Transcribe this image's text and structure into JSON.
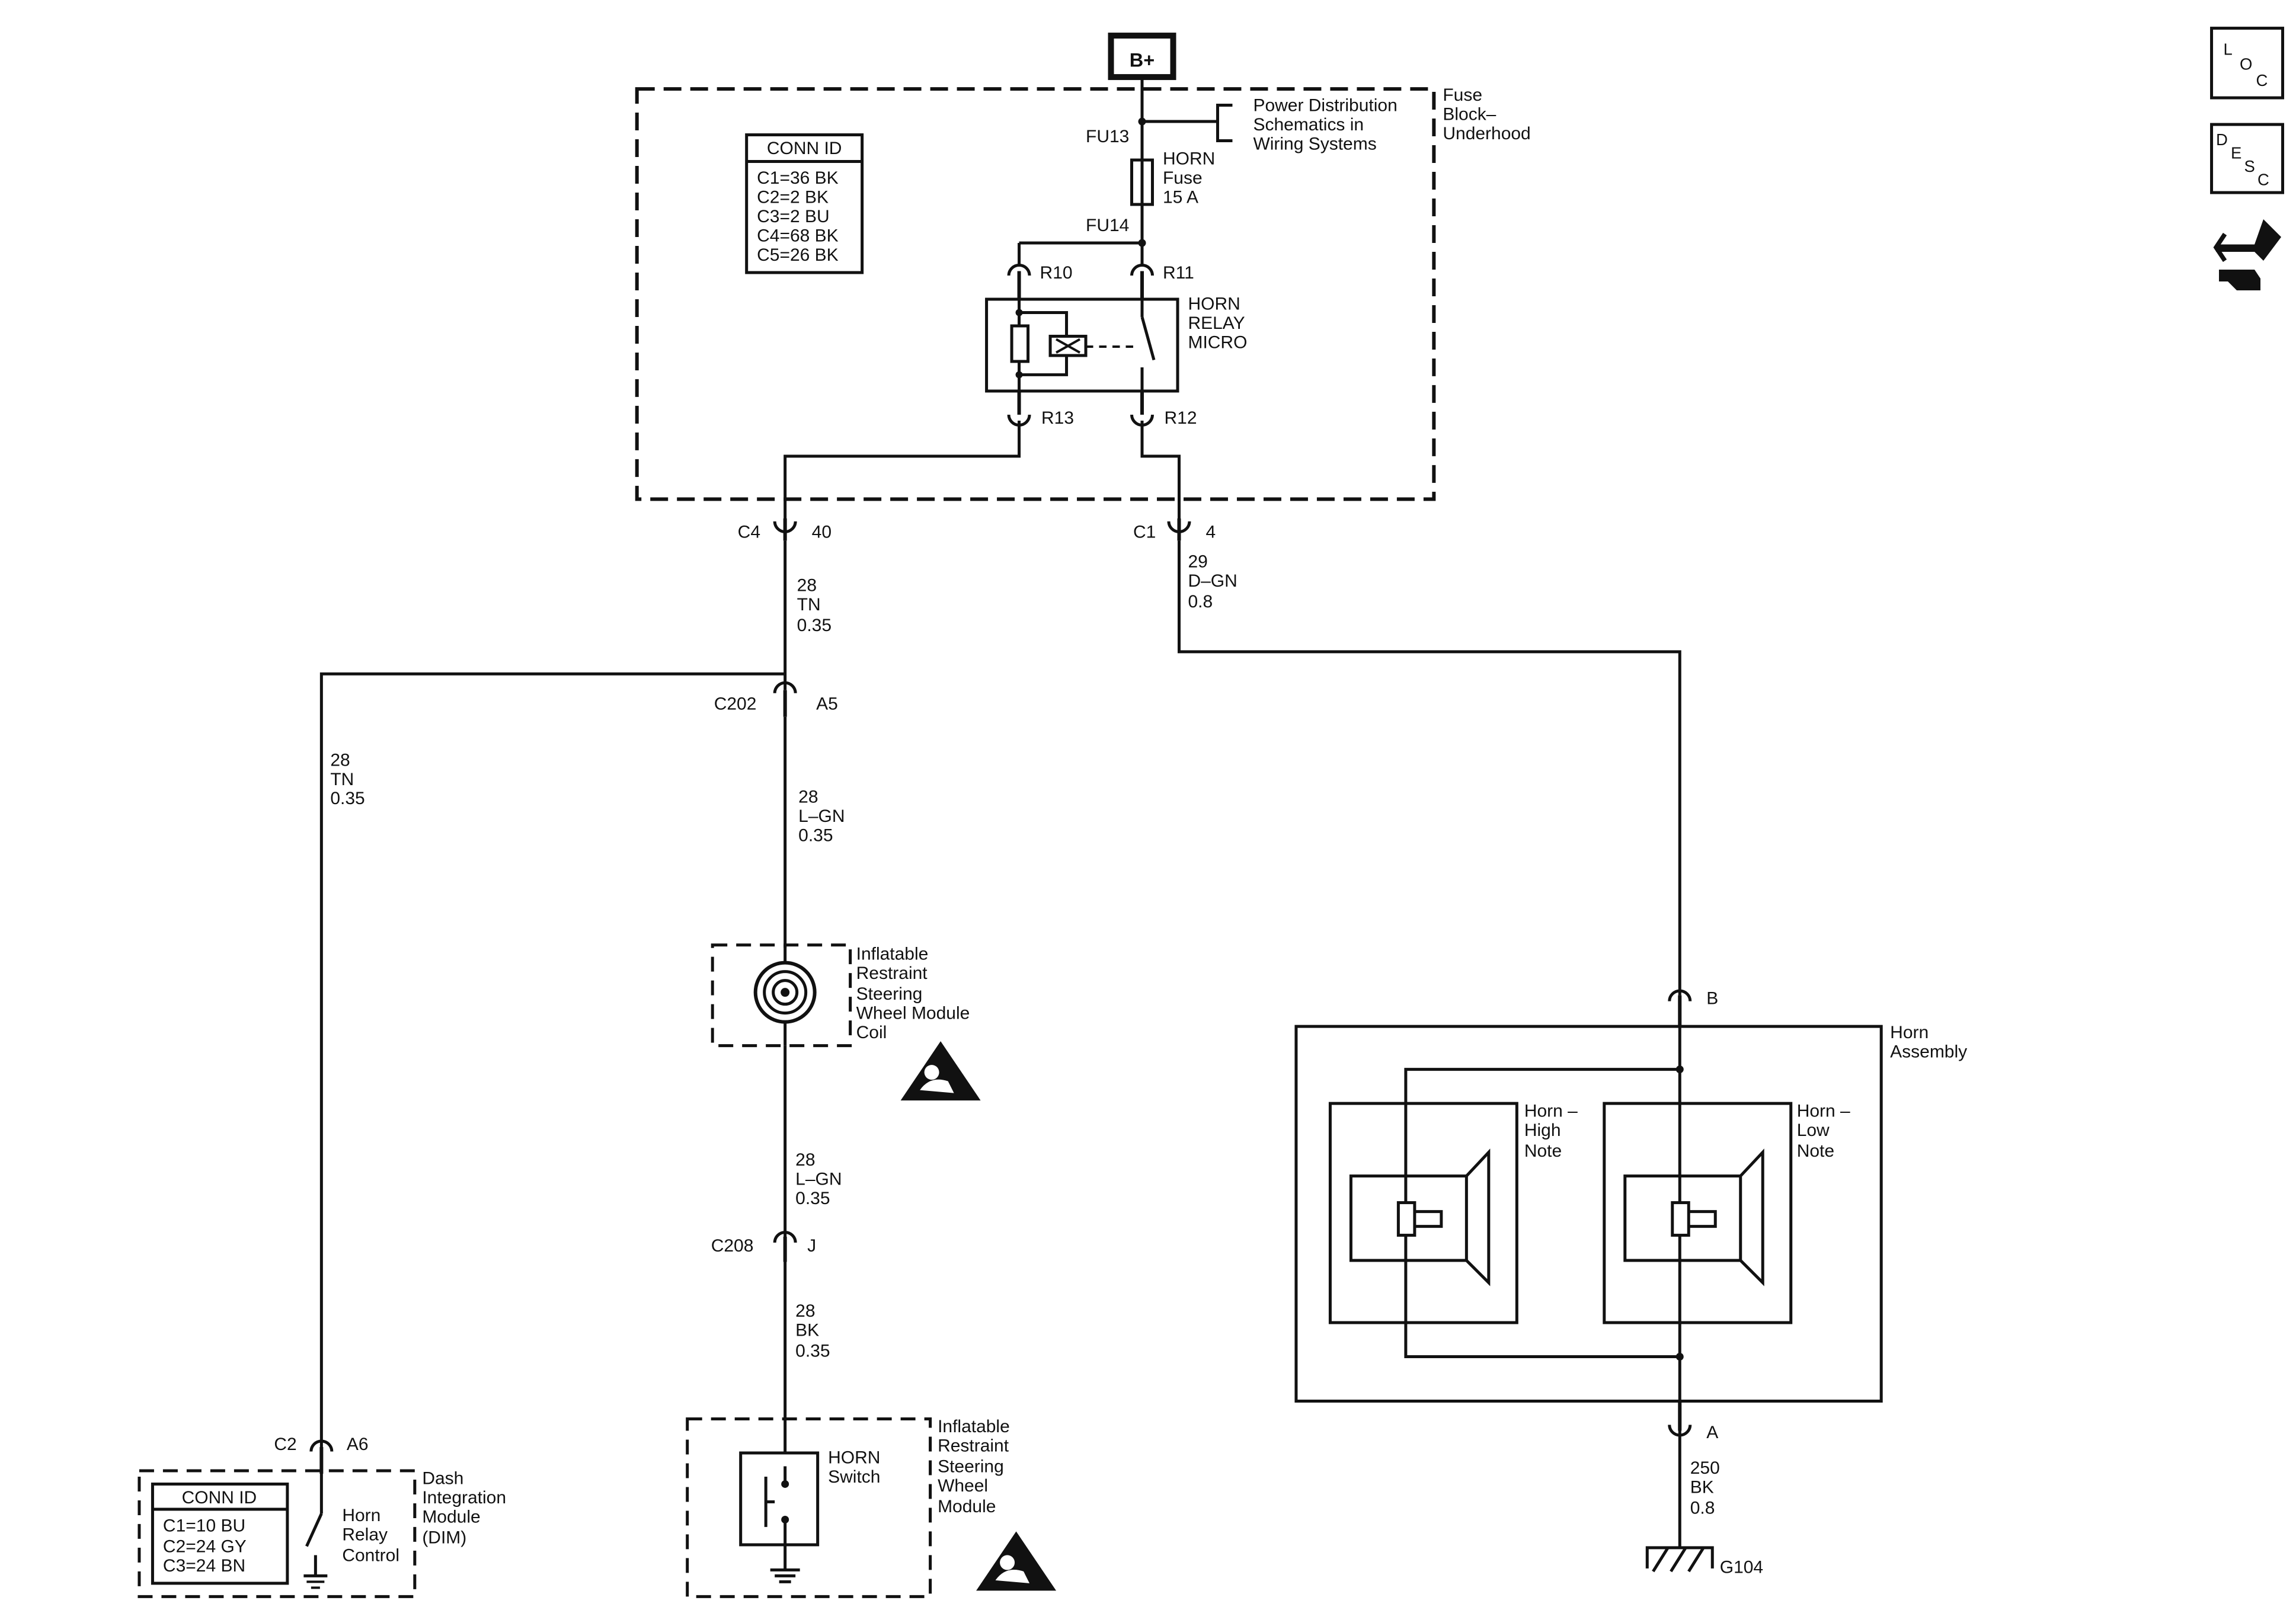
{
  "battery": "B+",
  "fuse_block": {
    "lines": [
      "Fuse",
      "Block–",
      "Underhood"
    ]
  },
  "conn_id_fuse": {
    "title": "CONN ID",
    "rows": [
      "C1=36 BK",
      "C2=2 BK",
      "C3=2 BU",
      "C4=68 BK",
      "C5=26 BK"
    ]
  },
  "power_dist": {
    "lines": [
      "Power Distribution",
      "Schematics in",
      "Wiring Systems"
    ]
  },
  "fu13": "FU13",
  "fu14": "FU14",
  "fuse": {
    "lines": [
      "HORN",
      "Fuse",
      "15 A"
    ]
  },
  "relay": {
    "lines": [
      "HORN",
      "RELAY",
      "MICRO"
    ]
  },
  "pins": {
    "r10": "R10",
    "r11": "R11",
    "r12": "R12",
    "r13": "R13"
  },
  "c4": {
    "conn": "C4",
    "pin": "40"
  },
  "c1": {
    "conn": "C1",
    "pin": "4"
  },
  "wire_tn_1": [
    "28",
    "TN",
    "0.35"
  ],
  "wire_dgn": [
    "29",
    "D–GN",
    "0.8"
  ],
  "c202": {
    "conn": "C202",
    "pin": "A5"
  },
  "wire_tn_2": [
    "28",
    "TN",
    "0.35"
  ],
  "wire_lgn_1": [
    "28",
    "L–GN",
    "0.35"
  ],
  "coil": {
    "lines": [
      "Inflatable",
      "Restraint",
      "Steering",
      "Wheel Module",
      "Coil"
    ]
  },
  "wire_lgn_2": [
    "28",
    "L–GN",
    "0.35"
  ],
  "c208": {
    "conn": "C208",
    "pin": "J"
  },
  "wire_bk_1": [
    "28",
    "BK",
    "0.35"
  ],
  "horn_switch": {
    "lines": [
      "HORN",
      "Switch"
    ]
  },
  "sw_module": {
    "lines": [
      "Inflatable",
      "Restraint",
      "Steering",
      "Wheel",
      "Module"
    ]
  },
  "c2": {
    "conn": "C2",
    "pin": "A6"
  },
  "dim": {
    "lines": [
      "Dash",
      "Integration",
      "Module",
      "(DIM)"
    ]
  },
  "conn_id_dim": {
    "title": "CONN ID",
    "rows": [
      "C1=10 BU",
      "C2=24 GY",
      "C3=24 BN"
    ]
  },
  "horn_relay_control": {
    "lines": [
      "Horn",
      "Relay",
      "Control"
    ]
  },
  "horn_assembly": {
    "lines": [
      "Horn",
      "Assembly"
    ]
  },
  "pin_b": "B",
  "pin_a": "A",
  "horn_high": {
    "lines": [
      "Horn –",
      "High",
      "Note"
    ]
  },
  "horn_low": {
    "lines": [
      "Horn –",
      "Low",
      "Note"
    ]
  },
  "wire_gnd": [
    "250",
    "BK",
    "0.8"
  ],
  "ground": "G104",
  "nav": {
    "loc": [
      "L",
      "O",
      "C"
    ],
    "desc": [
      "D",
      "E",
      "S",
      "C"
    ]
  },
  "icons": [
    "loc-icon",
    "desc-icon",
    "connector-end-view-icon",
    "airbag-warning-icon"
  ]
}
